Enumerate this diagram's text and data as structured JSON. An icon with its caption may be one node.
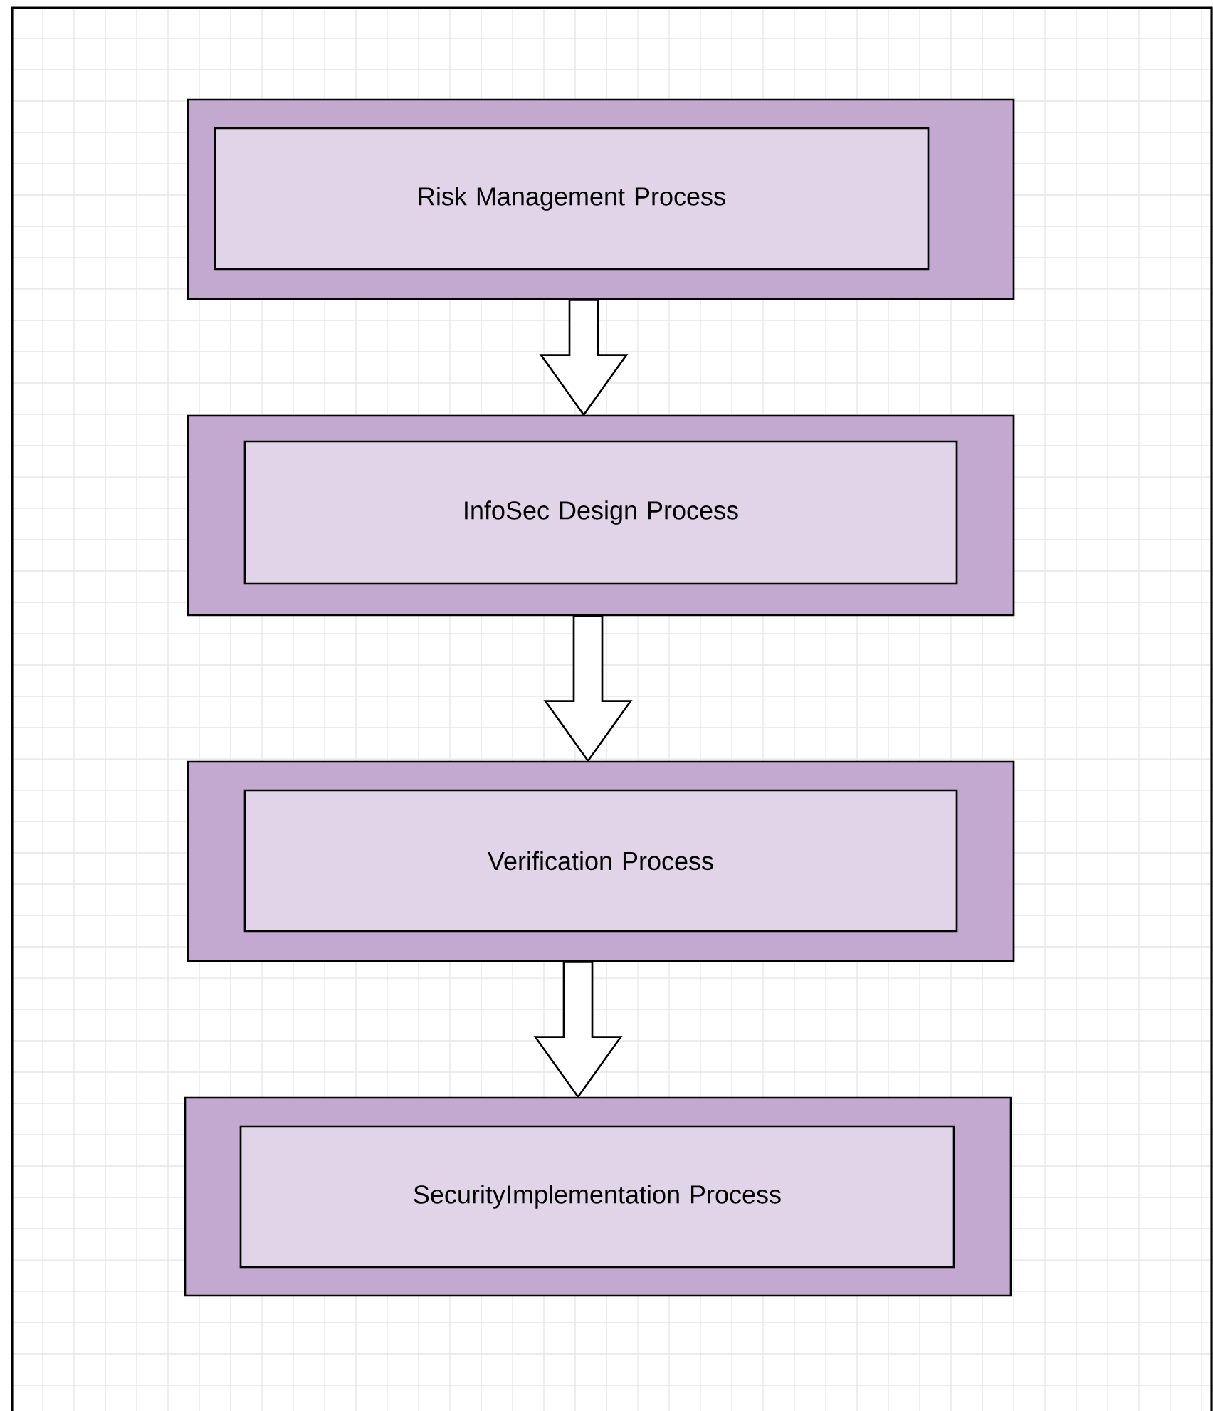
{
  "diagram": {
    "nodes": [
      {
        "text": [],
        "shape": "box"
      },
      {
        "text": [
          "Risk Management Process"
        ],
        "in": 0
      },
      {
        "text": [],
        "shape": "box"
      },
      {
        "text": [
          "InfoSec Design Process"
        ],
        "in": 2
      },
      {
        "text": [],
        "shape": "box"
      },
      {
        "text": [
          "Verification Process"
        ],
        "in": 4
      },
      {
        "text": [],
        "shape": "box"
      },
      {
        "text": [
          "SecurityImplementation Process"
        ],
        "in": 6
      }
    ],
    "edges": [
      {
        "from": 0,
        "to": 2,
        "arrow": "to"
      },
      {
        "from": 2,
        "to": 4,
        "arrow": "to"
      },
      {
        "from": 4,
        "to": 6,
        "arrow": "to"
      }
    ]
  }
}
